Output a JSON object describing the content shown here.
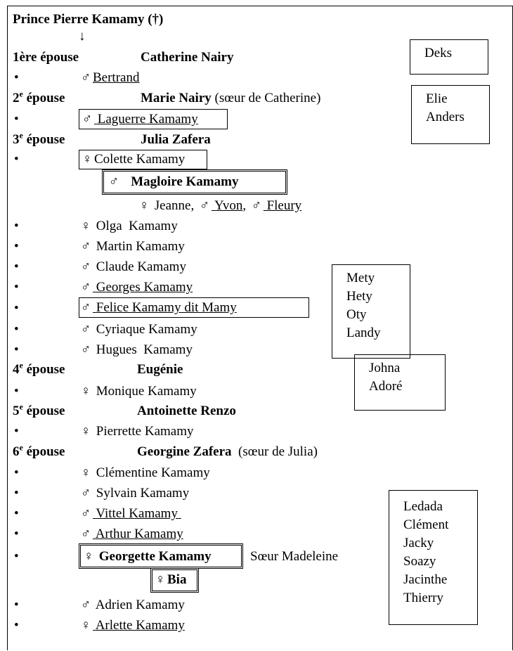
{
  "title": "Prince Pierre Kamamy (†)",
  "arrow": "↓",
  "bullet": "•",
  "female": "♀",
  "male": "♂",
  "spouses": [
    {
      "label": "1ère épouse",
      "name": "Catherine Nairy",
      "note": ""
    },
    {
      "num": "2",
      "suffix": "e",
      "word": "épouse",
      "name": "Marie Nairy",
      "note": "(sœur de Catherine)"
    },
    {
      "num": "3",
      "suffix": "e",
      "word": "épouse",
      "name": "Julia Zafera",
      "note": ""
    },
    {
      "num": "4",
      "suffix": "e",
      "word": "épouse",
      "name": "Eugénie",
      "note": ""
    },
    {
      "num": "5",
      "suffix": "e",
      "word": "épouse",
      "name": "Antoinette Renzo",
      "note": ""
    },
    {
      "num": "6",
      "suffix": "e",
      "word": "épouse",
      "name": "Georgine Zafera",
      "note": "(sœur de Julia)"
    }
  ],
  "children": {
    "bertrand": "Bertrand",
    "laguerre": "Laguerre Kamamy",
    "colette": "Colette Kamamy",
    "magloire": "Magloire Kamamy",
    "magloire_kids": {
      "jeanne": "Jeanne,",
      "yvon": "Yvon",
      "comma": ",",
      "fleury": "Fleury"
    },
    "olga": "Olga  Kamamy",
    "martin": "Martin Kamamy",
    "claude": "Claude Kamamy",
    "georges": "Georges Kamamy",
    "felice": "Felice Kamamy dit Mamy",
    "cyriaque": "Cyriaque Kamamy",
    "hugues": "Hugues  Kamamy",
    "monique": "Monique Kamamy",
    "pierrette": "Pierrette Kamamy",
    "clementine": "Clémentine Kamamy",
    "sylvain": "Sylvain Kamamy",
    "vittel": "Vittel Kamamy",
    "arthur": "Arthur Kamamy",
    "georgette": "Georgette Kamamy",
    "soeur_madeleine": "Sœur Madeleine",
    "bia": "Bia",
    "adrien": "Adrien Kamamy",
    "arlette": "Arlette Kamamy"
  },
  "side_boxes": {
    "deks": [
      "Deks"
    ],
    "elie": [
      "Elie",
      "Anders"
    ],
    "mety": [
      "Mety",
      "Hety",
      "Oty",
      "Landy"
    ],
    "johna": [
      "Johna",
      "Adoré"
    ],
    "ledada": [
      "Ledada",
      "Clément",
      "Jacky",
      "Soazy",
      "Jacinthe",
      "Thierry"
    ]
  }
}
